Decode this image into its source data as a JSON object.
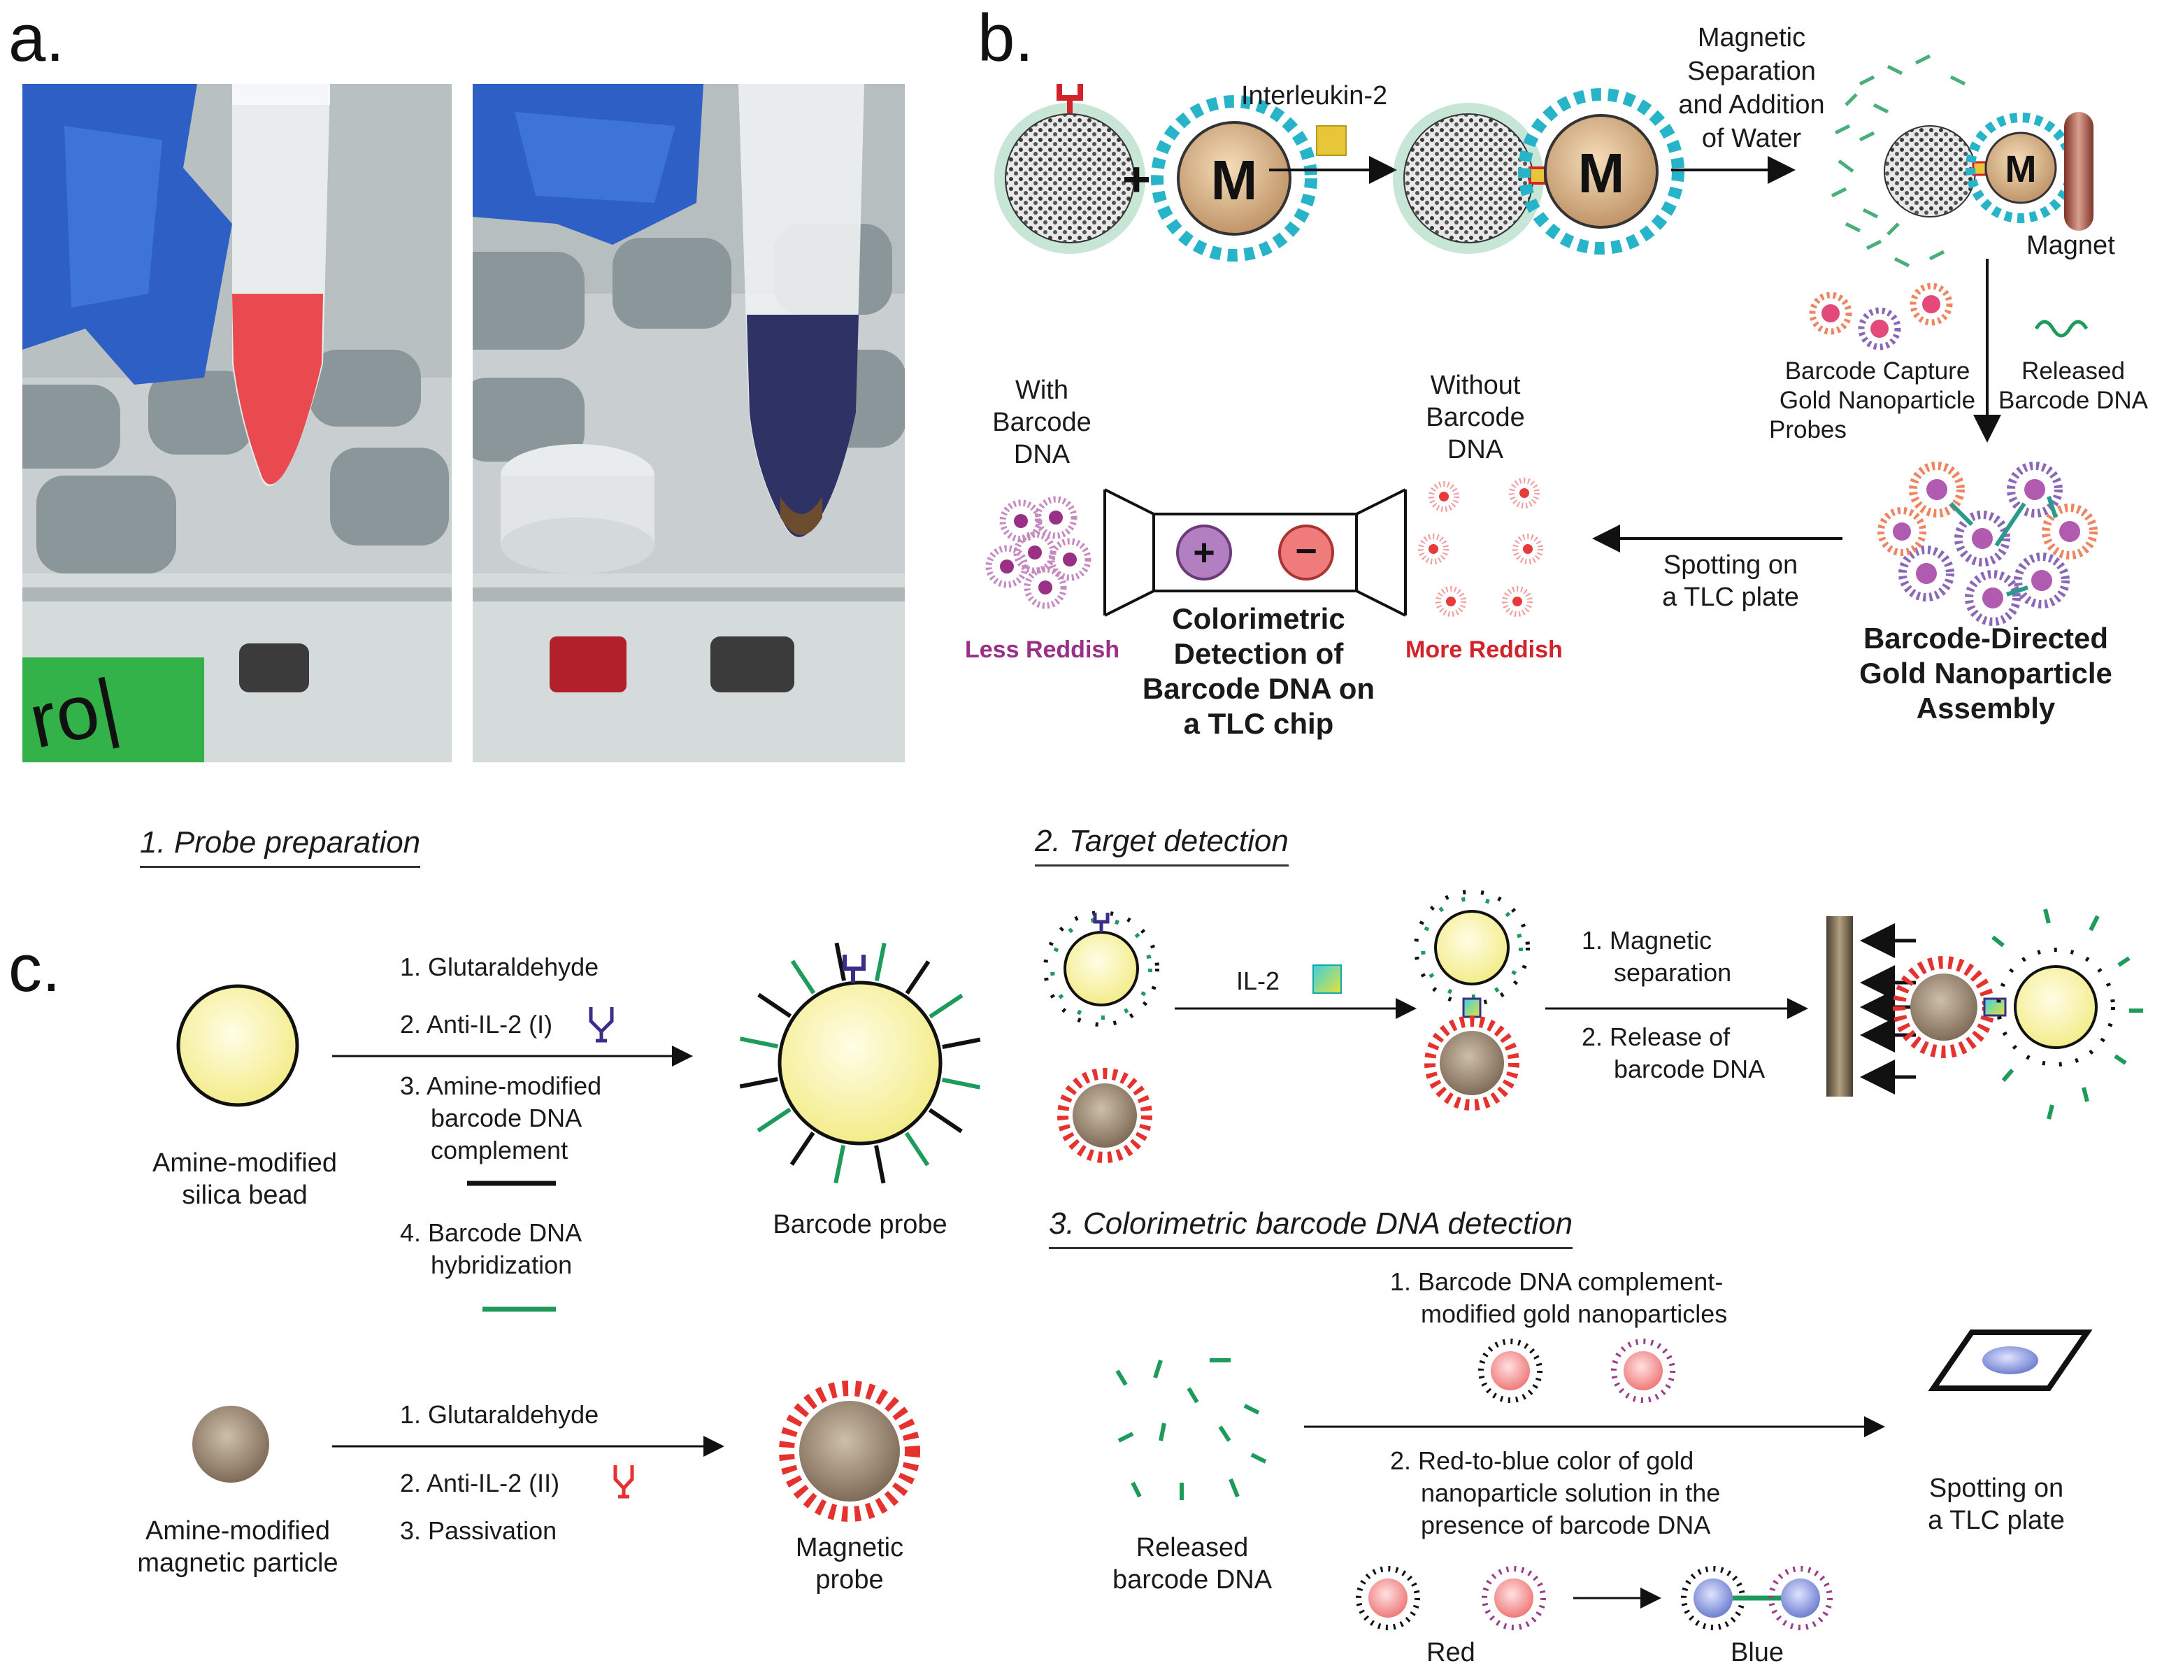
{
  "panels": {
    "a": "a.",
    "b": "b.",
    "c": "c."
  },
  "b": {
    "interleukin": "Interleukin-2",
    "magnetic_sep": [
      "Magnetic",
      "Separation",
      "and Addition",
      "of Water"
    ],
    "magnet": "Magnet",
    "m_letter": "M",
    "barcode_capture": [
      "Barcode Capture",
      "Gold  Nanoparticle",
      "Probes"
    ],
    "released": [
      "Released",
      "Barcode DNA"
    ],
    "with": [
      "With",
      "Barcode",
      "DNA"
    ],
    "without": [
      "Without",
      "Barcode",
      "DNA"
    ],
    "less_reddish": "Less Reddish",
    "more_reddish": "More Reddish",
    "colorimetric": [
      "Colorimetric",
      "Detection of",
      "Barcode DNA on",
      "a TLC chip"
    ],
    "spotting": [
      "Spotting on",
      "a TLC plate"
    ],
    "assembly": [
      "Barcode-Directed",
      "Gold Nanoparticle",
      "Assembly"
    ],
    "plus": "+",
    "minus": "−"
  },
  "c": {
    "sec1": "1. Probe preparation",
    "sec2": "2. Target detection",
    "sec3": "3. Colorimetric barcode DNA detection",
    "steps_top": [
      "1. Glutaraldehyde",
      "2. Anti-IL-2 (I)",
      "3. Amine-modified",
      "barcode DNA",
      "complement",
      "4. Barcode DNA",
      "hybridization"
    ],
    "silica": [
      "Amine-modified",
      "silica bead"
    ],
    "barcode_probe": "Barcode probe",
    "steps_bottom": [
      "1. Glutaraldehyde",
      "2. Anti-IL-2 (II)",
      "3. Passivation"
    ],
    "magnetic_particle": [
      "Amine-modified",
      "magnetic particle"
    ],
    "magnetic_probe": [
      "Magnetic",
      "probe"
    ],
    "il2": "IL-2",
    "sep_steps": [
      "1. Magnetic",
      "separation",
      "2. Release of",
      "barcode DNA"
    ],
    "gold_steps": [
      "1. Barcode DNA complement-",
      "modified gold nanoparticles",
      "2. Red-to-blue color of gold",
      "nanoparticle solution in the",
      "presence of barcode DNA"
    ],
    "released": [
      "Released",
      "barcode DNA"
    ],
    "spotting": [
      "Spotting on",
      "a TLC plate"
    ],
    "red": "Red",
    "blue": "Blue"
  },
  "colors": {
    "cyan": "#27b4c9",
    "bead": "#c8a27e",
    "red": "#e5322f",
    "green": "#1e9a5a",
    "purple": "#9a3d8a",
    "magenta": "#d63a6e"
  }
}
